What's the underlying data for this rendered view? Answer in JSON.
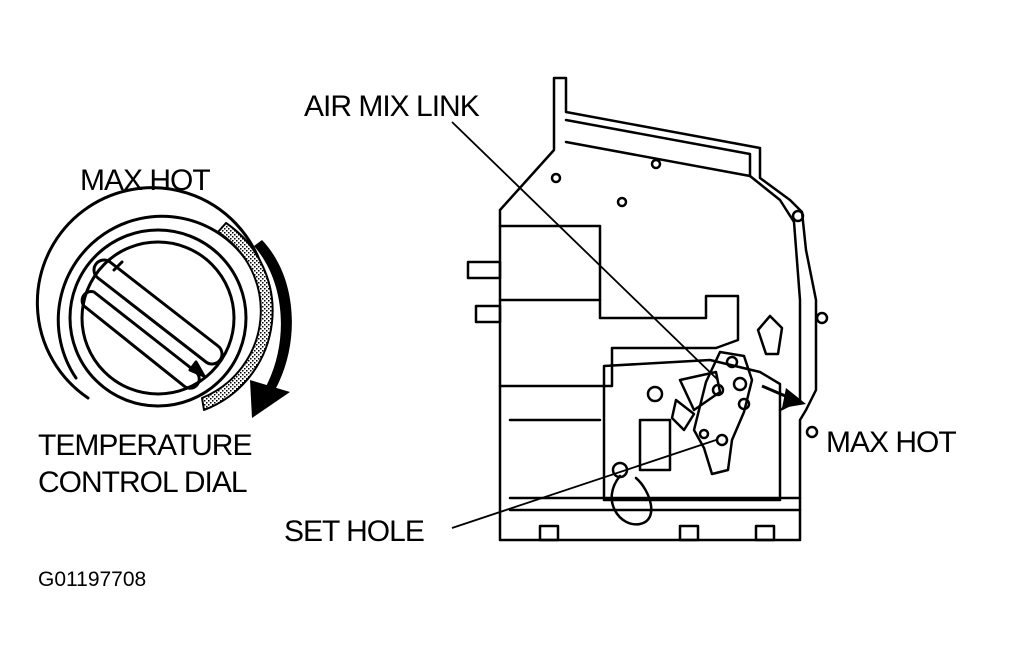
{
  "labels": {
    "dial_max_hot": "MAX HOT",
    "dial_caption_line1": "TEMPERATURE",
    "dial_caption_line2": "CONTROL DIAL",
    "air_mix_link": "AIR MIX LINK",
    "unit_max_hot": "MAX HOT",
    "set_hole": "SET HOLE",
    "figure_id": "G01197708"
  },
  "colors": {
    "ink": "#000000",
    "paper": "#ffffff"
  }
}
